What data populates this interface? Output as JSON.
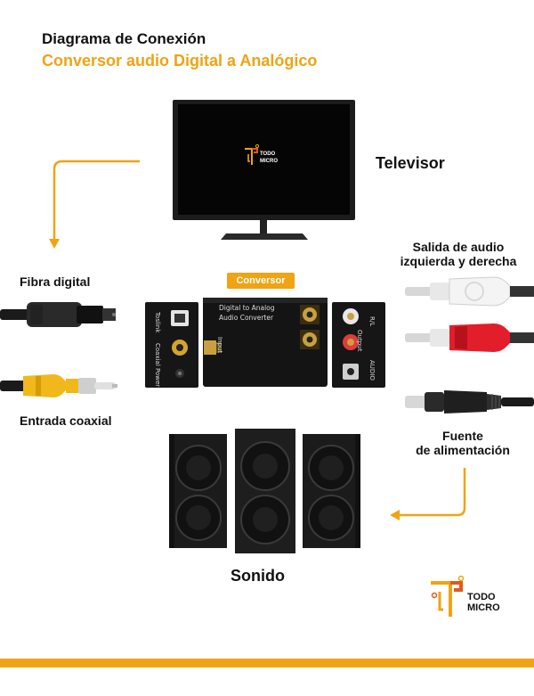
{
  "header": {
    "title": "Diagrama de Conexión",
    "subtitle": "Conversor audio Digital a Analógico"
  },
  "labels": {
    "tv": "Televisor",
    "fiber": "Fibra digital",
    "coax": "Entrada coaxial",
    "audio_out_line1": "Salida de audio",
    "audio_out_line2": "izquierda y derecha",
    "power_line1": "Fuente",
    "power_line2": "de alimentación",
    "sound": "Sonido",
    "converter_badge": "Conversor"
  },
  "converter": {
    "line1": "Digital to Analog",
    "line2": "Audio Converter",
    "input": "Input",
    "left_panel": [
      "Toslink",
      "Coaxial",
      "Power"
    ],
    "right_panel": [
      "R/L",
      "Output",
      "AUDIO"
    ]
  },
  "logo": {
    "line1": "TODO",
    "line2": "MICRO"
  },
  "colors": {
    "accent": "#f0a313",
    "text": "#111111",
    "device": "#1a1a1a"
  }
}
